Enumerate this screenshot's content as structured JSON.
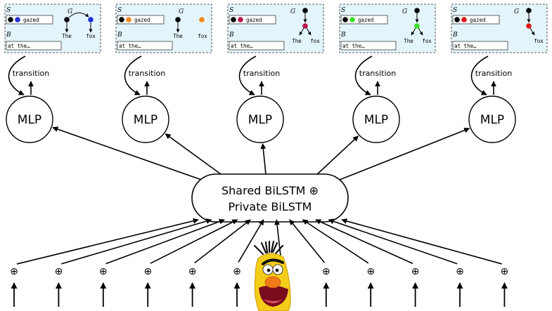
{
  "panels": [
    {
      "s_label": "S",
      "g_label": "G",
      "b_label": "B",
      "stack_word": "gazed",
      "buffer_text": "at the…",
      "dot_color": "#1f2fd8",
      "tree_left_label": "The",
      "tree_right_label": "fox",
      "tree_kind": "arc"
    },
    {
      "s_label": "S",
      "g_label": "G",
      "b_label": "B",
      "stack_word": "gazed",
      "buffer_text": "at the…",
      "dot_color": "#f08a1c",
      "tree_left_label": "The",
      "tree_right_label": "fox",
      "tree_kind": "split"
    },
    {
      "s_label": "S",
      "g_label": "G",
      "b_label": "B",
      "stack_word": "gazed",
      "buffer_text": "at the…",
      "dot_color": "#b8164a",
      "tree_left_label": "The",
      "tree_right_label": "fox",
      "tree_kind": "chain2"
    },
    {
      "s_label": "S",
      "g_label": "G",
      "b_label": "B",
      "stack_word": "gazed",
      "buffer_text": "at the…",
      "dot_color": "#3ae02a",
      "tree_left_label": "The",
      "tree_right_label": "fox",
      "tree_kind": "chain2"
    },
    {
      "s_label": "S",
      "g_label": "G",
      "b_label": "B",
      "stack_word": "gazed",
      "buffer_text": "at the…",
      "dot_color": "#e01414",
      "tree_left_label": "",
      "tree_right_label": "fox",
      "tree_kind": "chain1"
    }
  ],
  "transition_label": "transition",
  "mlp_label": "MLP",
  "encoder": {
    "line1": "Shared BiLSTM ⊕",
    "line2": "Private BiLSTM"
  },
  "input_symbol": "⊕",
  "input_count": 12
}
